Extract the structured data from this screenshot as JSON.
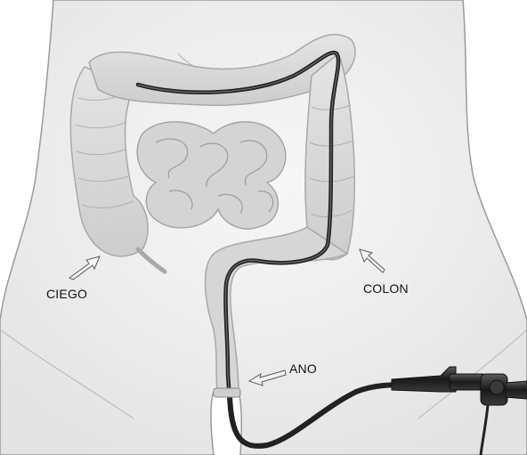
{
  "labels": {
    "ciego": "CIEGO",
    "colon": "COLON",
    "ano": "ANO"
  },
  "colors": {
    "body_fill": "#f1f1f1",
    "body_outline": "#9a9a9a",
    "intestine_fill": "#d9d9d9",
    "intestine_edge": "#a8a8a8",
    "scope_tube": "#222222",
    "scope_highlight": "#6d6d6d",
    "arrow_fill": "#f4f4f4",
    "arrow_edge": "#5a5a5a"
  }
}
